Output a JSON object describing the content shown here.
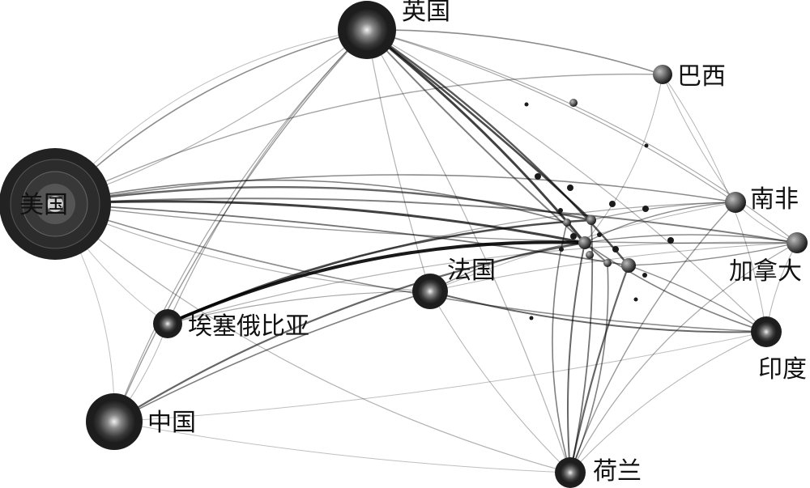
{
  "nodes": [
    {
      "id": "usa",
      "label": "美国"
    },
    {
      "id": "uk",
      "label": "英国"
    },
    {
      "id": "brazil",
      "label": "巴西"
    },
    {
      "id": "south_africa",
      "label": "南非"
    },
    {
      "id": "canada",
      "label": "加拿大"
    },
    {
      "id": "france",
      "label": "法国"
    },
    {
      "id": "ethiopia",
      "label": "埃塞俄比亚"
    },
    {
      "id": "india",
      "label": "印度"
    },
    {
      "id": "china",
      "label": "中国"
    },
    {
      "id": "netherlands",
      "label": "荷兰"
    }
  ],
  "minor_node_count": 22,
  "colors": {
    "node_dark": "#2e2e2e",
    "node_light": "#d9d9d9",
    "edge": "#000000",
    "background": "#ffffff"
  }
}
